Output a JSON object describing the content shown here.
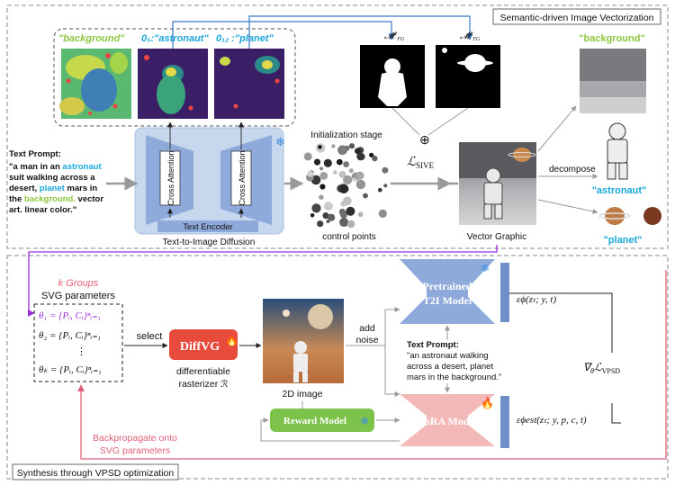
{
  "top_panel": {
    "title": "Semantic-driven Image Vectorization",
    "attention_labels": {
      "background": "\"background\"",
      "astronaut": "0₅:\"astronaut\"",
      "planet": "0₁₂ :\"planet\""
    },
    "text_prompt": {
      "heading": "Text Prompt:",
      "lines": [
        "\"a man in an astronaut",
        "suit walking across a",
        "desert, planet mars in",
        "the background. vector",
        "art. linear color.\""
      ]
    },
    "cross_attention_left": "Cross Attention",
    "cross_attention_right": "Cross Attention",
    "text_encoder": "Text Encoder",
    "diffusion_caption": "Text-to-Image Diffusion",
    "initialization_stage": "Initialization stage",
    "control_points": "control points",
    "mask_labels": [
      "M̂¹FG",
      "M̂²FG"
    ],
    "sive_loss": "⊕ L SIVE",
    "vector_graphic": "Vector Graphic",
    "decompose": "decompose",
    "output_labels": {
      "background": "\"background\"",
      "astronaut": "\"astronaut\"",
      "planet": "\"planet\""
    }
  },
  "bottom_panel": {
    "title": "Synthesis through VPSD optimization",
    "k_groups": "k Groups",
    "svg_parameters": "SVG parameters",
    "theta_rows": [
      "θ₁ = {Pᵢ, Cᵢ}ⁿᵢ₌₁",
      "θ₂ = {Pᵢ, Cᵢ}ⁿᵢ₌₁",
      "⋮",
      "θₖ = {Pᵢ, Cᵢ}ⁿᵢ₌₁"
    ],
    "select": "select",
    "diffvg": "DiffVG",
    "differentiable": "differentiable",
    "rasterizer": "rasterizer ℛ",
    "image_2d": "2D image",
    "add_noise": [
      "add",
      "noise"
    ],
    "pretrained": [
      "Pretrained",
      "T2I Model"
    ],
    "epsilon_phi": "εϕ(zₜ; y, t)",
    "text_prompt": {
      "heading": "Text Prompt:",
      "lines": [
        "\"an astronaut walking",
        "across a desert, planet",
        "mars in the background.\""
      ]
    },
    "reward_model": "Reward Model",
    "lora_model": "LoRA Model",
    "epsilon_lora": "εϕest(zₜ; y, p, c, t)",
    "grad_loss": "∇θ L VPSD",
    "backpropagate": [
      "Backpropagate onto",
      "SVG parameters"
    ]
  },
  "colors": {
    "astronaut_cyan": "#1aa7d9",
    "background_green": "#8cc63f",
    "k_groups_pink": "#e8607a",
    "theta1_purple": "#9b30d9",
    "arrow_pink": "#e0607a",
    "arrow_blue": "#3a78c9",
    "blue_block": "#8eaadb",
    "pink_block": "#f3b8b8",
    "green_block": "#7dc24a",
    "diffvg_red": "#e64b3c"
  }
}
